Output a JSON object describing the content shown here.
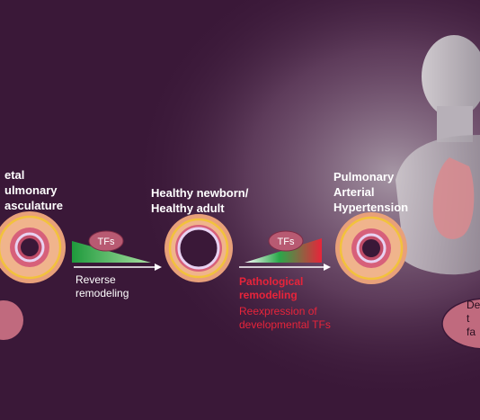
{
  "stages": {
    "fetal": "etal\nulmonary\nasculature",
    "newborn": "Healthy newborn/\nHealthy adult",
    "pah": "Pulmonary\nArterial\nHypertension"
  },
  "transitions": {
    "tf_badge": "TFs",
    "reverse": "Reverse\nremodeling",
    "pathological_title": "Pathological\nremodeling",
    "pathological_sub": "Reexpression of\ndevelopmental TFs"
  },
  "callout_text": "De\nt\nfa",
  "colors": {
    "background": "#3a1838",
    "tf_badge": "#b85a72",
    "green": "#2aa84a",
    "red": "#e8243a",
    "callout": "#c06a7e",
    "vessel_outer": "#e8a07a",
    "vessel_ring": "#f2c23c"
  }
}
